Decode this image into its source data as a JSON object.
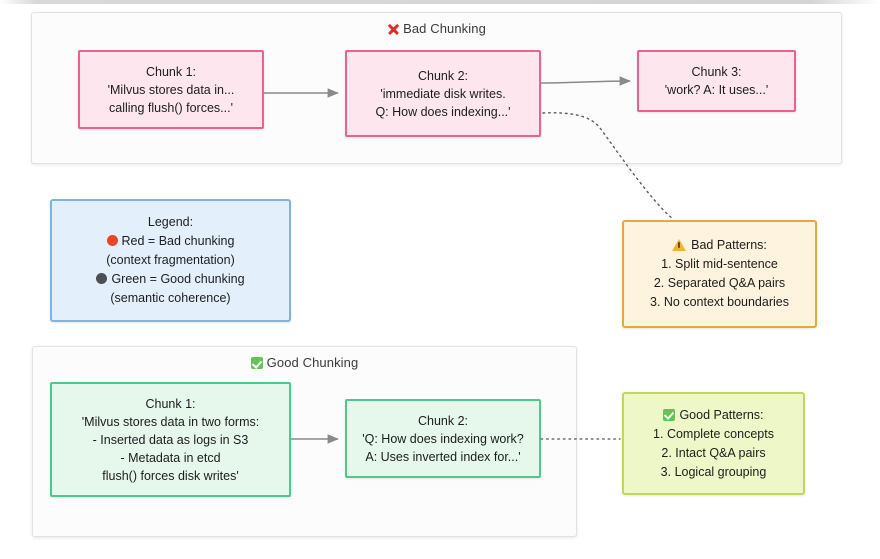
{
  "sections": {
    "bad": {
      "title": "Bad Chunking",
      "title_icon": "cross-mark-icon",
      "nodes": [
        {
          "name": "chunk-1",
          "lines": [
            "Chunk 1:",
            "'Milvus stores data in...",
            "calling flush() forces...'"
          ]
        },
        {
          "name": "chunk-2",
          "lines": [
            "Chunk 2:",
            "'immediate disk writes.",
            "Q: How does indexing...'"
          ]
        },
        {
          "name": "chunk-3",
          "lines": [
            "Chunk 3:",
            "'work? A: It uses...'"
          ]
        }
      ]
    },
    "good": {
      "title": "Good Chunking",
      "title_icon": "check-mark-button-icon",
      "nodes": [
        {
          "name": "chunk-1",
          "lines": [
            "Chunk 1:",
            "'Milvus stores data in two forms:",
            "- Inserted data as logs in S3",
            "- Metadata in etcd",
            "flush() forces disk writes'"
          ]
        },
        {
          "name": "chunk-2",
          "lines": [
            "Chunk 2:",
            "'Q: How does indexing work?",
            "A: Uses inverted index for...'"
          ]
        }
      ]
    }
  },
  "legend": {
    "title": "Legend:",
    "entries": [
      {
        "marker": "red-circle-icon",
        "label": "Red = Bad chunking",
        "sub": "(context fragmentation)",
        "color": "#e8452c"
      },
      {
        "marker": "green-circle-icon",
        "label": "Green = Good chunking",
        "sub": "(semantic coherence)",
        "color": "#4a4f55"
      }
    ]
  },
  "bad_patterns": {
    "title": "Bad Patterns:",
    "title_icon": "warning-sign-icon",
    "items": [
      "1. Split mid-sentence",
      "2. Separated Q&A pairs",
      "3. No context boundaries"
    ]
  },
  "good_patterns": {
    "title": "Good Patterns:",
    "title_icon": "check-mark-button-icon",
    "items": [
      "1. Complete concepts",
      "2. Intact Q&A pairs",
      "3. Logical grouping"
    ]
  },
  "colors": {
    "bad_border": "#e8638f",
    "bad_fill": "#fde6ee",
    "good_border": "#4fc98a",
    "good_fill": "#e6f7ec",
    "legend_border": "#7fb3e0",
    "legend_fill": "#e3f0fb",
    "warn_border": "#e5a83a",
    "warn_fill": "#fdf3de",
    "ok_border": "#c2d55e",
    "ok_fill": "#eef7c8",
    "arrow": "#8a8a8a"
  }
}
